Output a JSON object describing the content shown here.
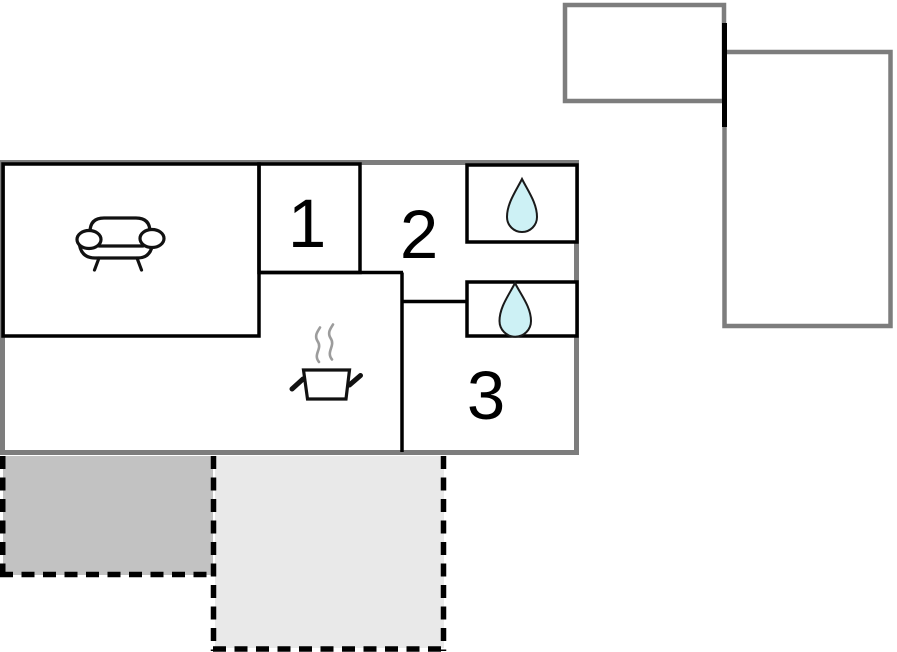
{
  "diagram": {
    "type": "floor-plan",
    "background": "#ffffff"
  },
  "colors": {
    "wall_outer": "#7d7d7d",
    "wall_inner": "#000000",
    "water_drop_fill": "#cdf1f5",
    "terrace_dark": "#c2c2c2",
    "terrace_light": "#e9e9e9",
    "steam": "#9c9c9c"
  },
  "rooms": [
    {
      "label": "1"
    },
    {
      "label": "2"
    },
    {
      "label": "3"
    }
  ],
  "icons": [
    "sofa-icon",
    "cooking-pot-icon",
    "water-drop-icon",
    "water-drop-icon"
  ]
}
